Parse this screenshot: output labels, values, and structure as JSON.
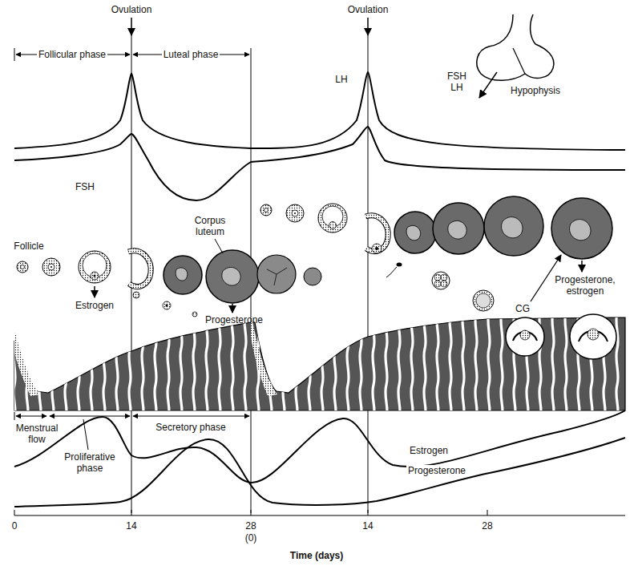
{
  "diagram": {
    "labels": [
      "Ovulation",
      "Ovulation",
      "Follicular phase",
      "Luteal phase",
      "FSH LH",
      "Hypophysis",
      "LH",
      "FSH",
      "Follicle",
      "Corpus luteum",
      "Estrogen",
      "Progesterone",
      "CG",
      "Progesterone, estrogen",
      "Menstrual flow",
      "Proliferative phase",
      "Secretory phase",
      "Estrogen",
      "Progesterone",
      "0",
      "14",
      "28",
      "(0)",
      "14",
      "28",
      "Time (days)"
    ]
  }
}
